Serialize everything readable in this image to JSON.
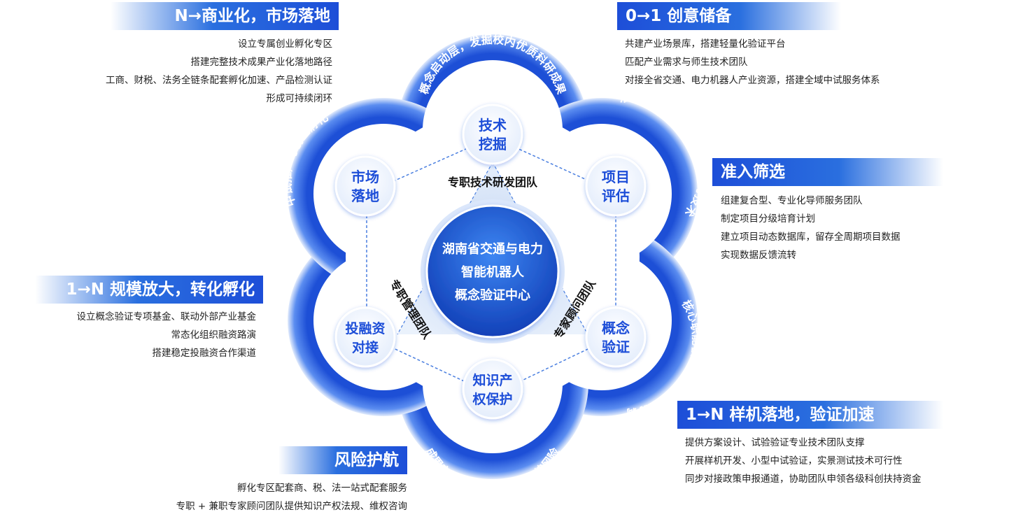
{
  "center": {
    "lines": [
      "湖南省交通与电力",
      "智能机器人",
      "概念验证中心"
    ]
  },
  "teams": {
    "rnd": "专职技术研发团队",
    "mgmt": "专职管理团队",
    "expert": "专家顾问团队"
  },
  "nodes": [
    {
      "id": "tech",
      "lines": [
        "技术",
        "挖掘"
      ]
    },
    {
      "id": "eval",
      "lines": [
        "项目",
        "评估"
      ]
    },
    {
      "id": "verify",
      "lines": [
        "概念",
        "验证"
      ]
    },
    {
      "id": "ip",
      "lines": [
        "知识产",
        "权保护"
      ]
    },
    {
      "id": "finance",
      "lines": [
        "投融资",
        "对接"
      ]
    },
    {
      "id": "market",
      "lines": [
        "市场",
        "落地"
      ]
    }
  ],
  "ring_texts": [
    "概念启动层，发掘校内优质科研成果",
    "准入研判，筛选具备转化潜力技术",
    "核心职能板块，中心统筹协调",
    "成果产权兜底，规避转化法律风险",
    "资本赋能，打通资金链路",
    "中试推广与创业孵化"
  ],
  "panels": {
    "commercial": {
      "title": "N→商业化，市场落地",
      "items": [
        "设立专属创业孵化专区",
        "搭建完整技术成果产业化落地路径",
        "工商、财税、法务全链条配套孵化加速、产品检测认证",
        "形成可持续闭环"
      ]
    },
    "creative": {
      "title": "0→1 创意储备",
      "items": [
        "共建产业场景库，搭建轻量化验证平台",
        "匹配产业需求与师生技术团队",
        "对接全省交通、电力机器人产业资源，搭建全域中试服务体系"
      ]
    },
    "screening": {
      "title": "准入筛选",
      "items": [
        "组建复合型、专业化导师服务团队",
        "制定项目分级培育计划",
        "建立项目动态数据库，留存全周期项目数据",
        "实现数据反馈流转"
      ]
    },
    "scale": {
      "title": "1→N 规模放大，转化孵化",
      "items": [
        "设立概念验证专项基金、联动外部产业基金",
        "常态化组织融资路演",
        "搭建稳定投融资合作渠道"
      ]
    },
    "prototype": {
      "title": "1→N 样机落地，验证加速",
      "items": [
        "提供方案设计、试验验证专业技术团队支撑",
        "开展样机开发、小型中试验证，实景测试技术可行性",
        "同步对接政策申报通道，协助团队申领各级科创扶持资金"
      ]
    },
    "risk": {
      "title": "风险护航",
      "items": [
        "孵化专区配套商、税、法一站式配套服务",
        "专职 + 兼职专家顾问团队提供知识产权法规、维权咨询"
      ]
    }
  },
  "colors": {
    "primary": "#1d4ed8",
    "light": "#dbeafe",
    "ring": "#2f6be6"
  }
}
